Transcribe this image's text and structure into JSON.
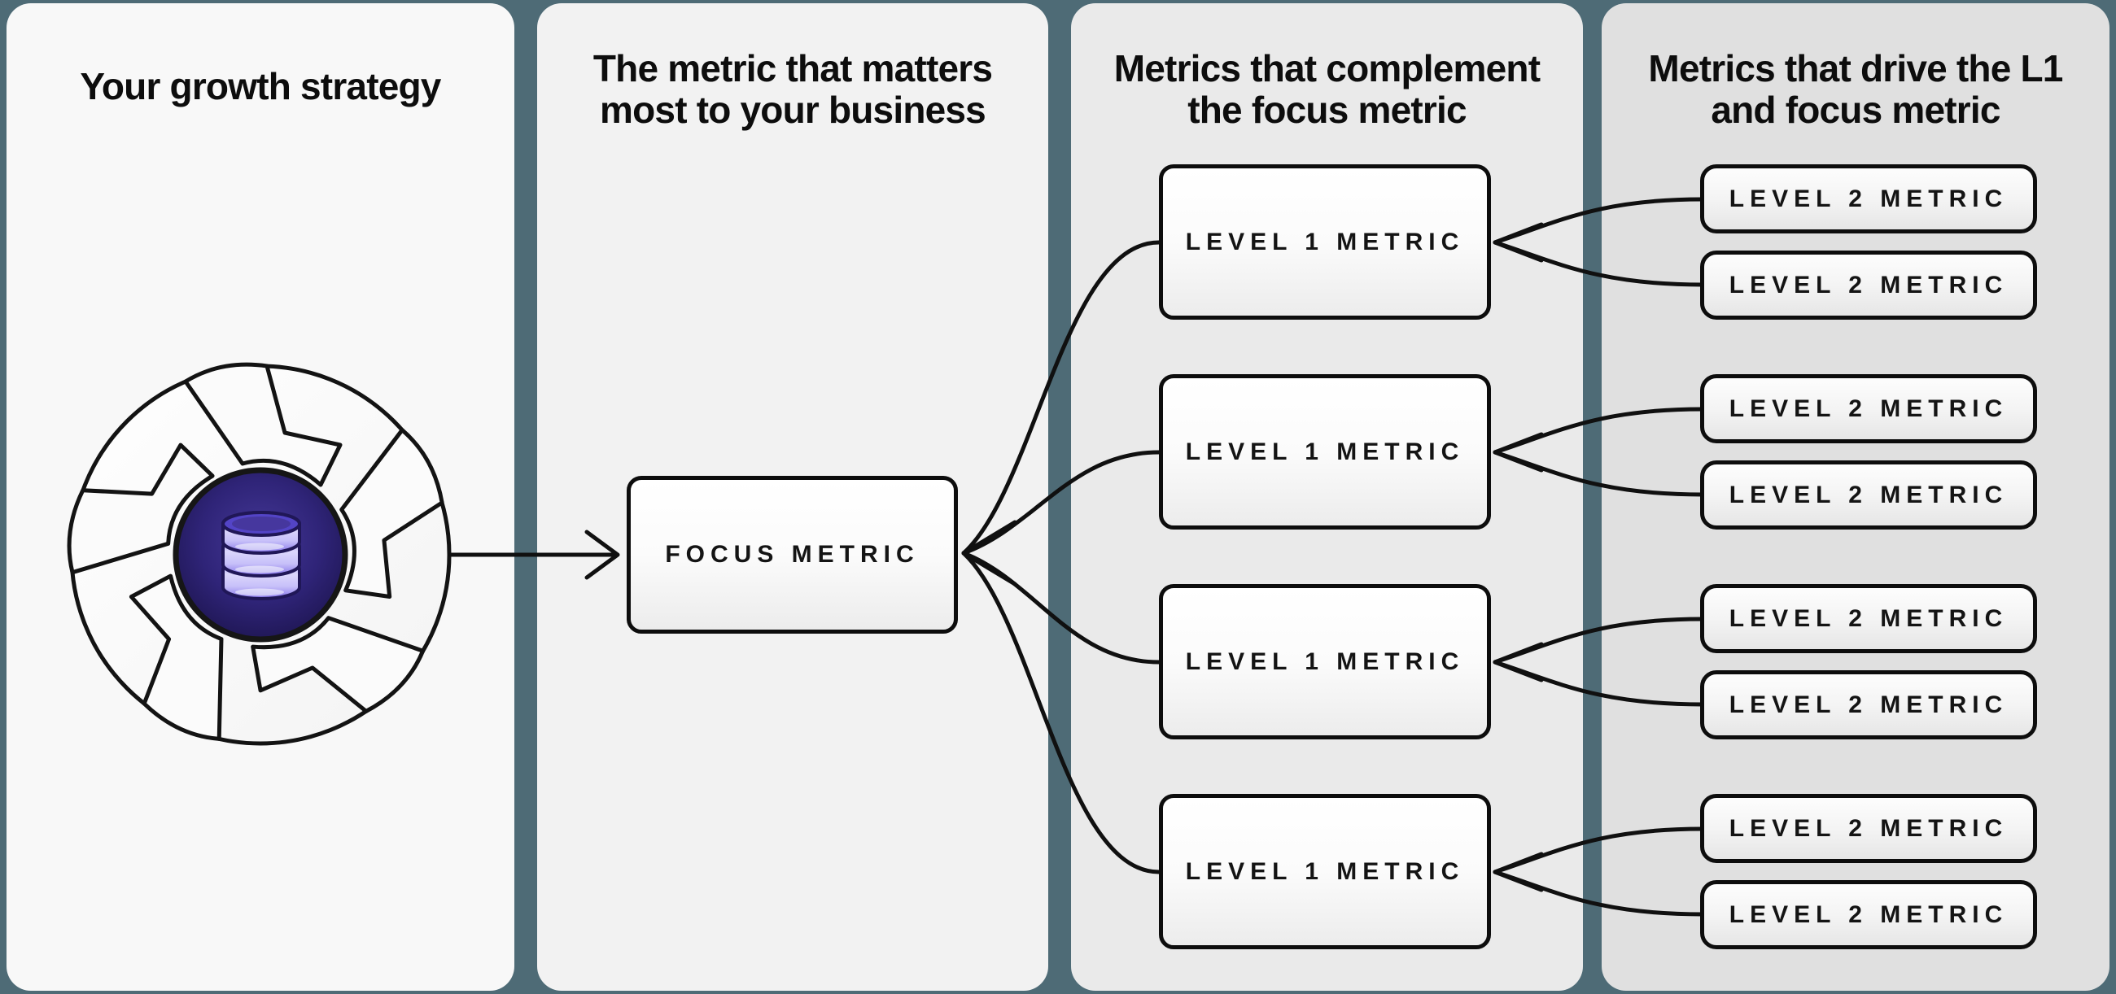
{
  "background_color": "#4E6B76",
  "panel_colors": [
    "#F8F8F8",
    "#F2F2F2",
    "#EAEAEA",
    "#E0E0E0"
  ],
  "accent_colors": {
    "line_black": "#101010",
    "hub_indigo": "#2F2478",
    "database_lavender": "#CCC5FA"
  },
  "panels": [
    {
      "title_lines": [
        "Your growth strategy",
        ""
      ]
    },
    {
      "title_lines": [
        "The metric that matters",
        "most to your business"
      ]
    },
    {
      "title_lines": [
        "Metrics that complement",
        "the focus metric"
      ]
    },
    {
      "title_lines": [
        "Metrics that drive the L1",
        "and focus metric"
      ]
    }
  ],
  "focus_box": {
    "label": "FOCUS METRIC"
  },
  "level1_boxes": [
    {
      "label": "LEVEL 1 METRIC"
    },
    {
      "label": "LEVEL 1 METRIC"
    },
    {
      "label": "LEVEL 1 METRIC"
    },
    {
      "label": "LEVEL 1 METRIC"
    }
  ],
  "level2_boxes": [
    {
      "label": "LEVEL 2 METRIC"
    },
    {
      "label": "LEVEL 2 METRIC"
    },
    {
      "label": "LEVEL 2 METRIC"
    },
    {
      "label": "LEVEL 2 METRIC"
    },
    {
      "label": "LEVEL 2 METRIC"
    },
    {
      "label": "LEVEL 2 METRIC"
    },
    {
      "label": "LEVEL 2 METRIC"
    },
    {
      "label": "LEVEL 2 METRIC"
    }
  ],
  "icons": {
    "flywheel": "flywheel-icon",
    "database": "database-icon"
  }
}
